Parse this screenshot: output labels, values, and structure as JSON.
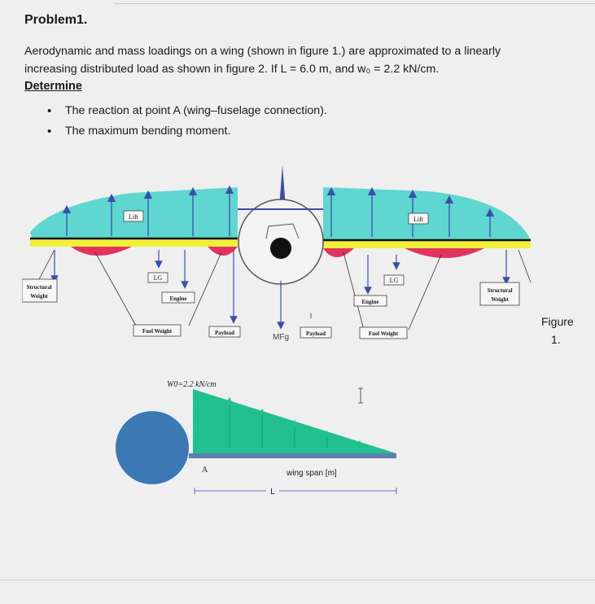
{
  "problem": {
    "title": "Problem1.",
    "paragraph_line1": "Aerodynamic and mass loadings on a wing (shown in figure 1.) are approximated to a linearly",
    "paragraph_line2": "increasing distributed load as shown in figure 2. If L = 6.0 m, and w₀ = 2.2 kN/cm.",
    "determine_label": "Determine",
    "bullets": [
      "The reaction at point A (wing–fuselage connection).",
      "The maximum bending moment."
    ]
  },
  "figure1": {
    "caption_word": "Figure",
    "caption_num": "1.",
    "labels": {
      "lift_left": "Lift",
      "lift_right": "Lift",
      "lg_left": "LG",
      "lg_right": "LG",
      "structural_left_1": "Structural",
      "structural_left_2": "Weight",
      "structural_right_1": "Structural",
      "structural_right_2": "Weight",
      "engine_left": "Engine",
      "engine_right": "Engine",
      "fuel_left": "Fuel Weight",
      "fuel_right": "Fuel Weight",
      "payload_left": "Payload",
      "payload_right": "Payload",
      "mfg": "MFg"
    }
  },
  "figure2": {
    "w0_label": "W0=2.2 kN/cm",
    "point_a": "A",
    "span_label": "wing span [m]",
    "length_label": "L"
  },
  "colors": {
    "wing_fill": "#5fd6d0",
    "lower_strip": "#f2ef3a",
    "engine_pod": "#e0345f",
    "arrow_blue": "#3a4fa8",
    "load_green": "#22c08f",
    "fuselage_circle": "#3c78b4",
    "beam": "#5e7fb0"
  }
}
